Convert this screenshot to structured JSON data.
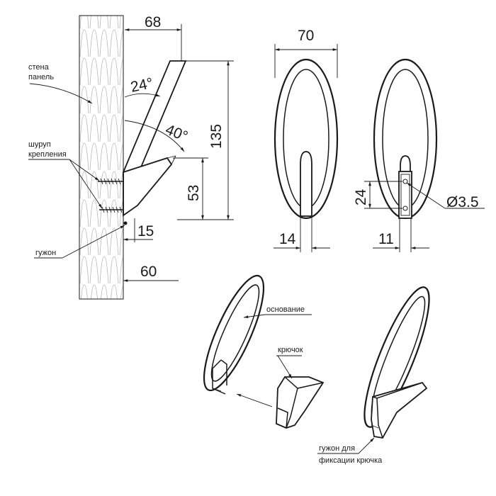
{
  "dimensions": {
    "side_top_width": "68",
    "side_angle_1": "24°",
    "side_angle_2": "40°",
    "side_height": "135",
    "side_mount_height": "53",
    "side_stud_width": "15",
    "side_depth": "60",
    "front_width": "70",
    "front_hook_width": "14",
    "back_plate_height": "24",
    "back_plate_width": "11",
    "hole_diameter": "Ø3.5"
  },
  "labels": {
    "wall_line1": "стена",
    "wall_line2": "панель",
    "screw_line1": "шуруп",
    "screw_line2": "крепления",
    "stud": "гужон",
    "base": "основание",
    "hook": "крючок",
    "fix_stud_line1": "гужон для",
    "fix_stud_line2": "фиксации крючка"
  }
}
